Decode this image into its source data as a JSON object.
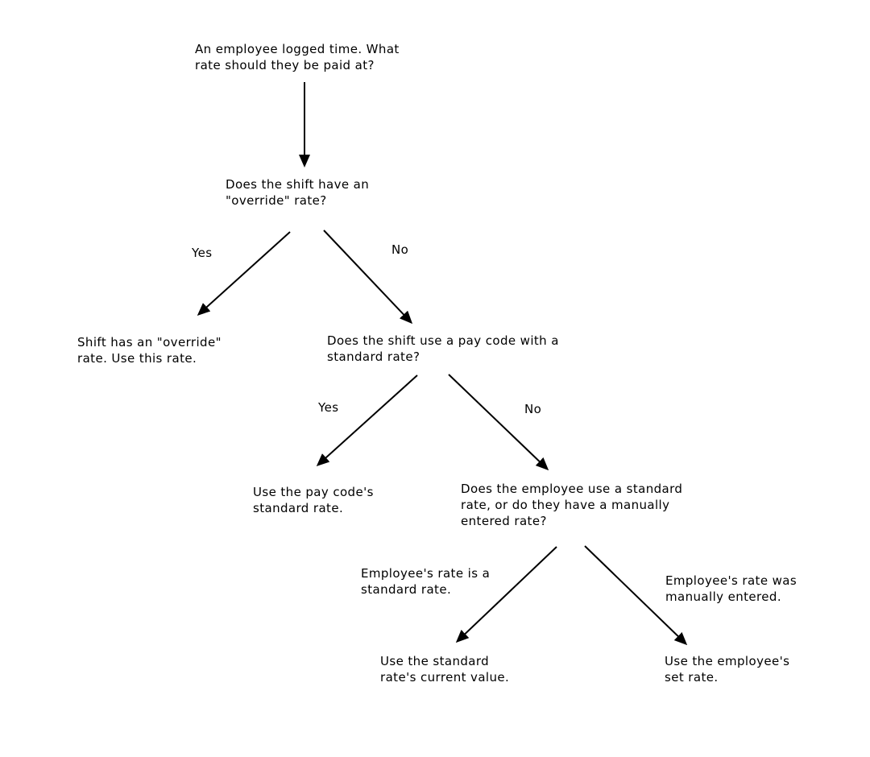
{
  "nodes": {
    "start": {
      "lines": [
        "An employee logged time. What",
        "rate should they be paid at?"
      ]
    },
    "q_override": {
      "lines": [
        "Does the shift have an",
        "\"override\" rate?"
      ]
    },
    "r_override": {
      "lines": [
        "Shift has an \"override\"",
        "rate. Use this rate."
      ]
    },
    "q_paycode": {
      "lines": [
        "Does the shift use a pay code with a",
        "standard rate?"
      ]
    },
    "r_paycode": {
      "lines": [
        "Use the pay code's",
        "standard rate."
      ]
    },
    "q_employee": {
      "lines": [
        "Does the employee use a standard",
        "rate, or do they have a manually",
        "entered rate?"
      ]
    },
    "r_standard": {
      "lines": [
        "Use the standard",
        "rate's current value."
      ]
    },
    "r_manual": {
      "lines": [
        "Use the employee's",
        "set rate."
      ]
    }
  },
  "edge_labels": {
    "override_yes": {
      "lines": [
        "Yes"
      ]
    },
    "override_no": {
      "lines": [
        "No"
      ]
    },
    "paycode_yes": {
      "lines": [
        "Yes"
      ]
    },
    "paycode_no": {
      "lines": [
        "No"
      ]
    },
    "employee_standard": {
      "lines": [
        "Employee's rate is a",
        "standard rate."
      ]
    },
    "employee_manual": {
      "lines": [
        "Employee's rate was",
        "manually entered."
      ]
    }
  },
  "colors": {
    "stroke": "#000000",
    "text": "#000000",
    "background": "#ffffff"
  }
}
